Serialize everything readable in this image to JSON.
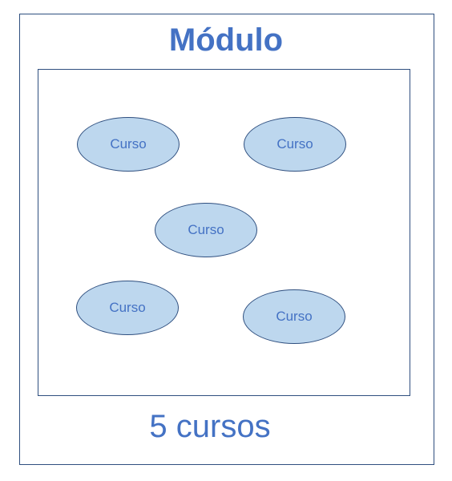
{
  "diagram": {
    "title": "Módulo",
    "courses": [
      "Curso",
      "Curso",
      "Curso",
      "Curso",
      "Curso"
    ],
    "count_label": "5 cursos"
  },
  "colors": {
    "text_accent": "#4472c4",
    "ellipse_fill": "#bdd7ee",
    "border": "#2f4f7f"
  }
}
